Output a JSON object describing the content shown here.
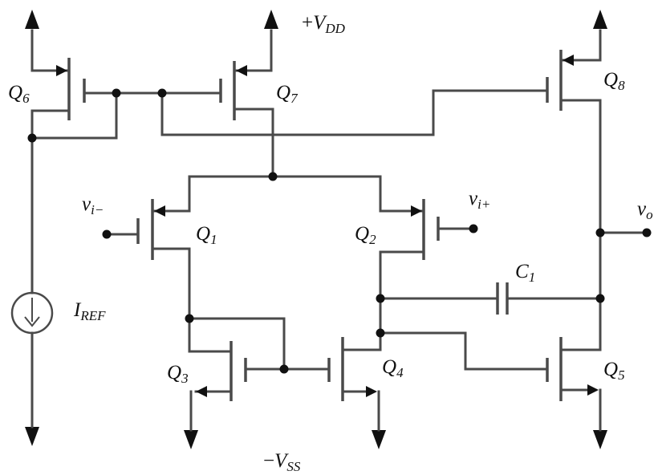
{
  "supplies": {
    "vdd": {
      "sign": "+",
      "main": "V",
      "sub": "DD"
    },
    "vss": {
      "sign": "−",
      "main": "V",
      "sub": "SS"
    }
  },
  "transistors": {
    "q1": {
      "main": "Q",
      "sub": "1"
    },
    "q2": {
      "main": "Q",
      "sub": "2"
    },
    "q3": {
      "main": "Q",
      "sub": "3"
    },
    "q4": {
      "main": "Q",
      "sub": "4"
    },
    "q5": {
      "main": "Q",
      "sub": "5"
    },
    "q6": {
      "main": "Q",
      "sub": "6"
    },
    "q7": {
      "main": "Q",
      "sub": "7"
    },
    "q8": {
      "main": "Q",
      "sub": "8"
    }
  },
  "capacitor": {
    "main": "C",
    "sub": "1"
  },
  "current_source": {
    "main": "I",
    "sub": "REF"
  },
  "nodes": {
    "vin_minus": {
      "main": "v",
      "sub": "i−"
    },
    "vin_plus": {
      "main": "v",
      "sub": "i+"
    },
    "vout": {
      "main": "v",
      "sub": "o"
    }
  }
}
